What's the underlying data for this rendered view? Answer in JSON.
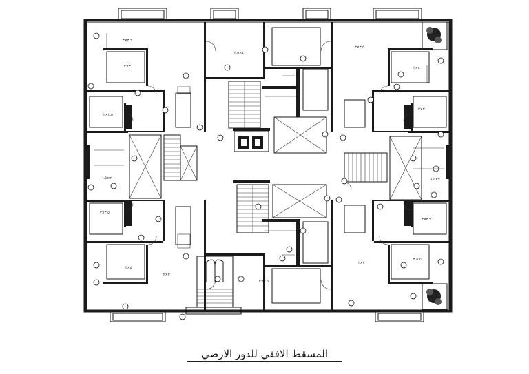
{
  "drawing": {
    "title": "المسقط الافقي للدور الارضي"
  },
  "colors": {
    "ink": "#1a1a1a",
    "paper": "#ffffff"
  },
  "room_tags": [
    "٣.٦×٣",
    "٣×٢",
    "٤×٣.٥",
    "٣.٥×٣",
    "٢.٥×٢",
    "٤×٣",
    "٣×٣",
    "٢×١.٥",
    "٣.٥×٣",
    "٤×٣",
    "٣×٢",
    "٢.٥×٢",
    "٣×٣",
    "٤×٣.٥",
    "٣.٦×٣",
    "٢×١.٥"
  ]
}
